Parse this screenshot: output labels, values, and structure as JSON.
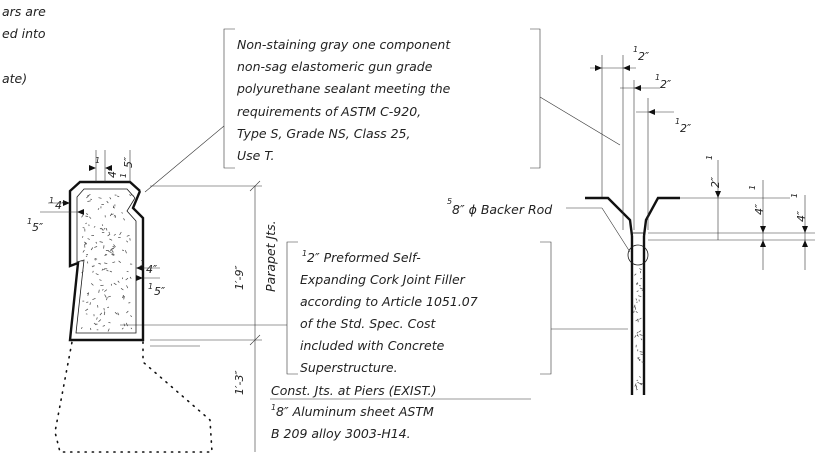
{
  "notes": {
    "top_left_partial": [
      "ars are",
      "ed into",
      "ate)"
    ],
    "sealant": [
      "Non-staining gray one component",
      "non-sag elastomeric gun grade",
      "polyurethane sealant meeting the",
      "requirements of ASTM C-920,",
      "Type S, Grade NS, Class 25,",
      "Use T."
    ],
    "cork_filler": [
      "2″ Preformed Self-",
      "Expanding Cork Joint Filler",
      "according to Article 1051.07",
      "of the Std. Spec.  Cost",
      "included with Concrete",
      "Superstructure."
    ],
    "const_joints_title": "Const. Jts. at Piers (EXIST.)",
    "aluminum_sheet": [
      "8″ Aluminum sheet ASTM",
      "B 209 alloy 3003-H14."
    ],
    "backer_rod": "8″ ϕ Backer Rod",
    "parapet_jts": "Parapet Jts."
  },
  "dimensions": {
    "height_upper": "1′-9″",
    "height_lower": "1′-3″",
    "quarter_top": "4″",
    "five_eighths_top": "5″",
    "quarter_left": "4″",
    "five_eighths_left": "5″",
    "quarter_mid": "4″",
    "five_eighths_mid": "5″",
    "half_1": "2″",
    "half_2": "2″",
    "half_3": "2″",
    "half_4": "2″",
    "quarter_r1": "4″",
    "quarter_r2": "4″"
  },
  "fraction_numerators": {
    "one": "1",
    "five": "5"
  },
  "colors": {
    "ink": "#111111",
    "paper": "#ffffff"
  }
}
